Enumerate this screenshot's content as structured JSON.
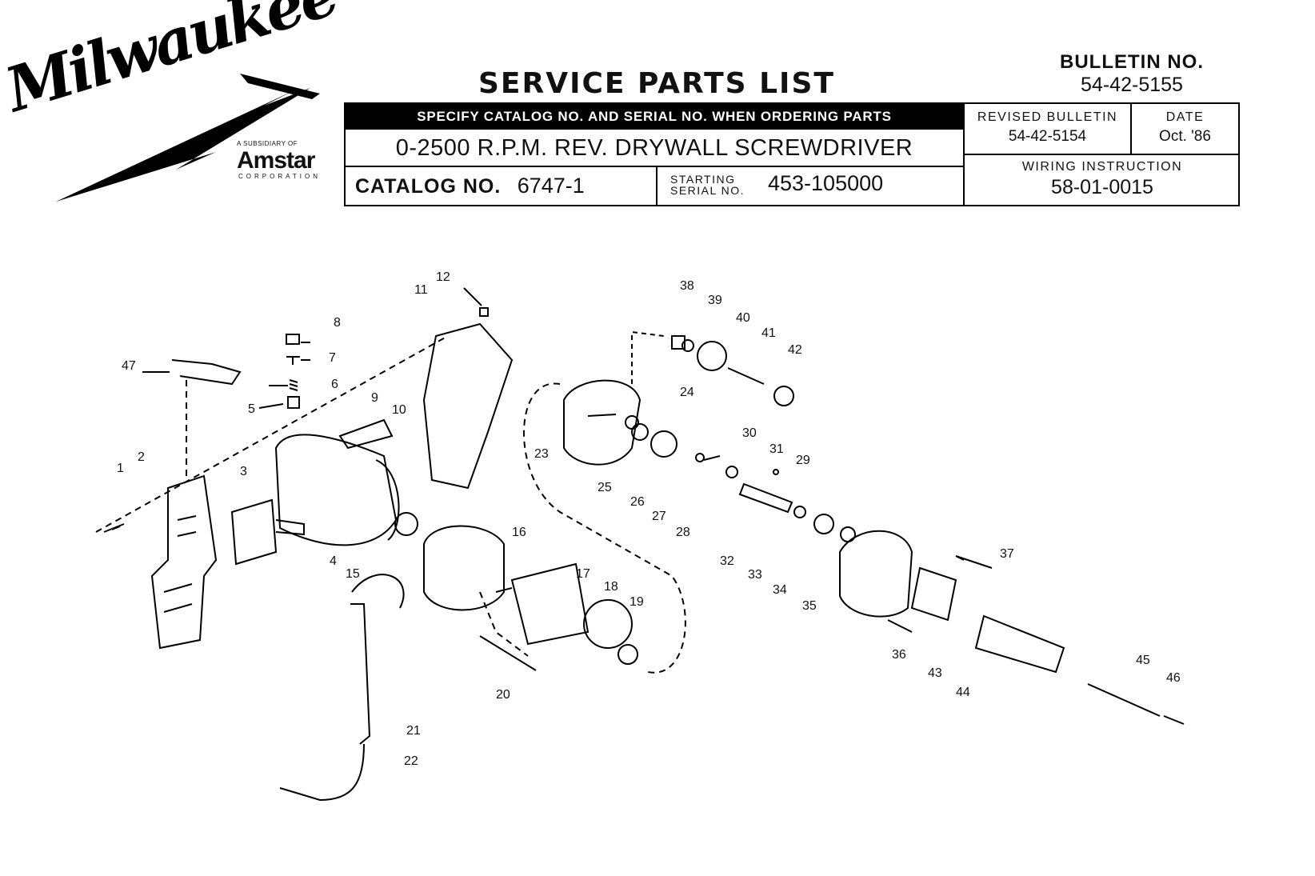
{
  "brand": {
    "name": "Milwaukee",
    "subsidiary_line": "A SUBSIDIARY OF",
    "parent": "Amstar",
    "parent_suffix": "CORPORATION"
  },
  "header": {
    "title": "SERVICE PARTS LIST",
    "bulletin_label": "BULLETIN NO.",
    "bulletin_no": "54-42-5155",
    "specify_note": "SPECIFY CATALOG NO. AND SERIAL NO. WHEN ORDERING PARTS",
    "product_name": "0-2500 R.P.M. REV. DRYWALL SCREWDRIVER",
    "catalog_label": "CATALOG NO.",
    "catalog_no": "6747-1",
    "starting_serial_label_1": "STARTING",
    "starting_serial_label_2": "SERIAL NO.",
    "starting_serial_no": "453-105000",
    "revised_bulletin_label": "REVISED BULLETIN",
    "revised_bulletin_no": "54-42-5154",
    "date_label": "DATE",
    "date_value": "Oct. '86",
    "wiring_label": "WIRING INSTRUCTION",
    "wiring_no": "58-01-0015"
  },
  "part_callouts": [
    "1",
    "2",
    "3",
    "4",
    "5",
    "6",
    "7",
    "8",
    "9",
    "10",
    "11",
    "12",
    "15",
    "16",
    "17",
    "18",
    "19",
    "20",
    "21",
    "22",
    "23",
    "24",
    "25",
    "26",
    "27",
    "28",
    "29",
    "30",
    "31",
    "32",
    "33",
    "34",
    "35",
    "36",
    "37",
    "38",
    "39",
    "40",
    "41",
    "42",
    "43",
    "44",
    "45",
    "46",
    "47"
  ]
}
